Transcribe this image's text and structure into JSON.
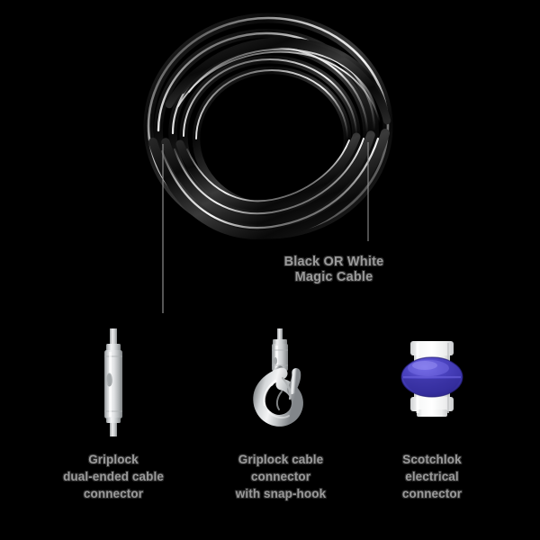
{
  "page": {
    "background_color": "#000000",
    "text_color": "#9a9a9a",
    "text_outline_color": "#2a2a2a"
  },
  "cable": {
    "label_lines": [
      "Black OR White",
      "Magic Cable"
    ],
    "color": "#111111",
    "highlight_color": "#d8d8d8",
    "icon": "coiled-cable"
  },
  "products": [
    {
      "id": "griplock-dual",
      "icon": "cylindrical-cable-connector",
      "body_color": "#d7d9da",
      "caption_lines": [
        "Griplock",
        "dual-ended cable",
        "connector"
      ]
    },
    {
      "id": "griplock-hook",
      "icon": "snap-hook-connector",
      "body_color": "#c9cbcc",
      "caption_lines": [
        "Griplock cable",
        "connector",
        "with snap-hook"
      ]
    },
    {
      "id": "scotchlok",
      "icon": "scotchlok-electrical-connector",
      "body_color": "#f2f3f4",
      "cap_color": "#3a33a8",
      "cap_highlight": "#5f57d4",
      "caption_lines": [
        "Scotchlok",
        "electrical",
        "connector"
      ]
    }
  ]
}
